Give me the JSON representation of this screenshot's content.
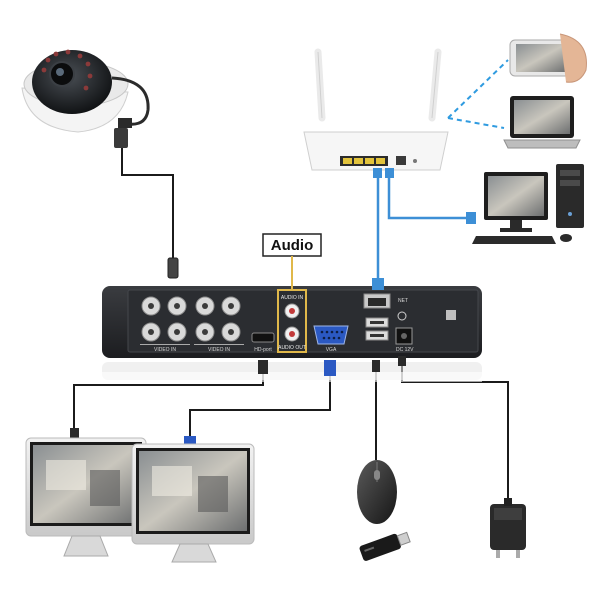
{
  "callout": {
    "audio": "Audio"
  },
  "dvr_panel": {
    "video_in_a": "VIDEO IN",
    "video_in_b": "VIDEO IN",
    "hdmi": "HD-port",
    "audio_in": "AUDIO IN",
    "audio_out": "AUDIO OUT",
    "vga": "VGA",
    "net": "NET",
    "dc": "DC 12V"
  },
  "colors": {
    "cable": "#1b1b1b",
    "network_cable": "#3d8fd6",
    "wireless_link": "#2f9be0",
    "dvr_body": "#26282b",
    "audio_highlight": "#e0b84a",
    "vga_blue": "#2b59c3"
  },
  "icons": [
    "dome-camera-icon",
    "wifi-router-icon",
    "smartphone-icon",
    "laptop-icon",
    "desktop-pc-icon",
    "dvr-recorder-icon",
    "monitor-icon",
    "mouse-icon",
    "usb-drive-icon",
    "power-adapter-icon"
  ]
}
